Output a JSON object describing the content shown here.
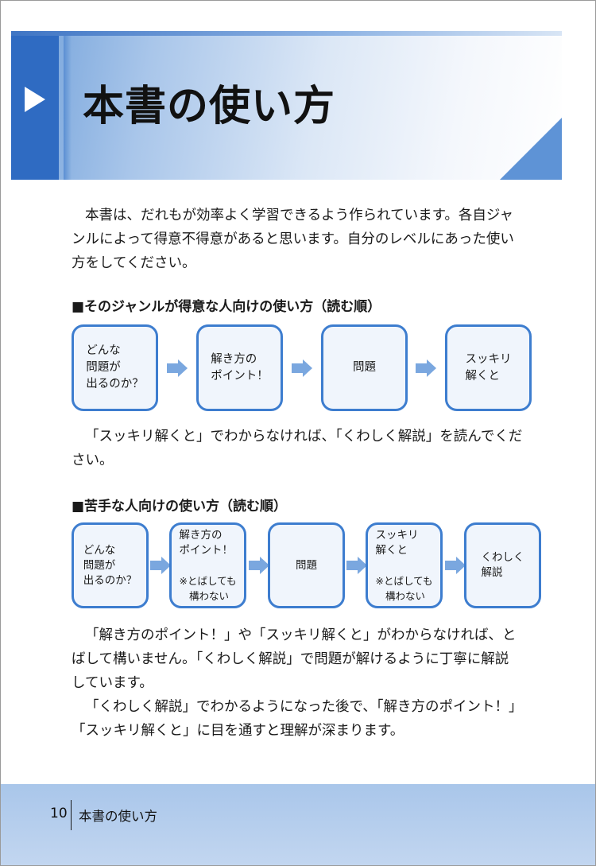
{
  "header": {
    "title": "本書の使い方"
  },
  "intro": [
    "本書は、だれもが効率よく学習できるよう作られています。各自ジャ",
    "ンルによって得意不得意があると思います。自分のレベルにあった使い",
    "方をしてください。"
  ],
  "section1": {
    "heading": "■そのジャンルが得意な人向けの使い方（読む順）",
    "steps": [
      "どんな\n問題が\n出るのか？",
      "解き方の\nポイント！",
      "問題",
      "スッキリ\n解くと"
    ],
    "note": [
      "「スッキリ解くと」でわからなければ、「くわしく解説」を読んでくだ",
      "さい。"
    ]
  },
  "section2": {
    "heading": "■苦手な人向けの使い方（読む順）",
    "steps": [
      {
        "main": "どんな\n問題が\n出るのか？",
        "sub": ""
      },
      {
        "main": "解き方の\nポイント！",
        "sub": "※とばしても\n　構わない"
      },
      {
        "main": "問題",
        "sub": ""
      },
      {
        "main": "スッキリ\n解くと",
        "sub": "※とばしても\n　構わない"
      },
      {
        "main": "くわしく\n解説",
        "sub": ""
      }
    ],
    "note": [
      "「解き方のポイント！」や「スッキリ解くと」がわからなければ、と",
      "ばして構いません。「くわしく解説」で問題が解けるように丁寧に解説",
      "しています。",
      "「くわしく解説」でわかるようになった後で、「解き方のポイント！」",
      "「スッキリ解くと」に目を通すと理解が深まります。"
    ]
  },
  "footer": {
    "page": "10",
    "title": "本書の使い方"
  },
  "colors": {
    "accent": "#2f6bc2",
    "box_border": "#3d7dcf",
    "arrow": "#7aa7df",
    "footer": "#b3cdee"
  }
}
